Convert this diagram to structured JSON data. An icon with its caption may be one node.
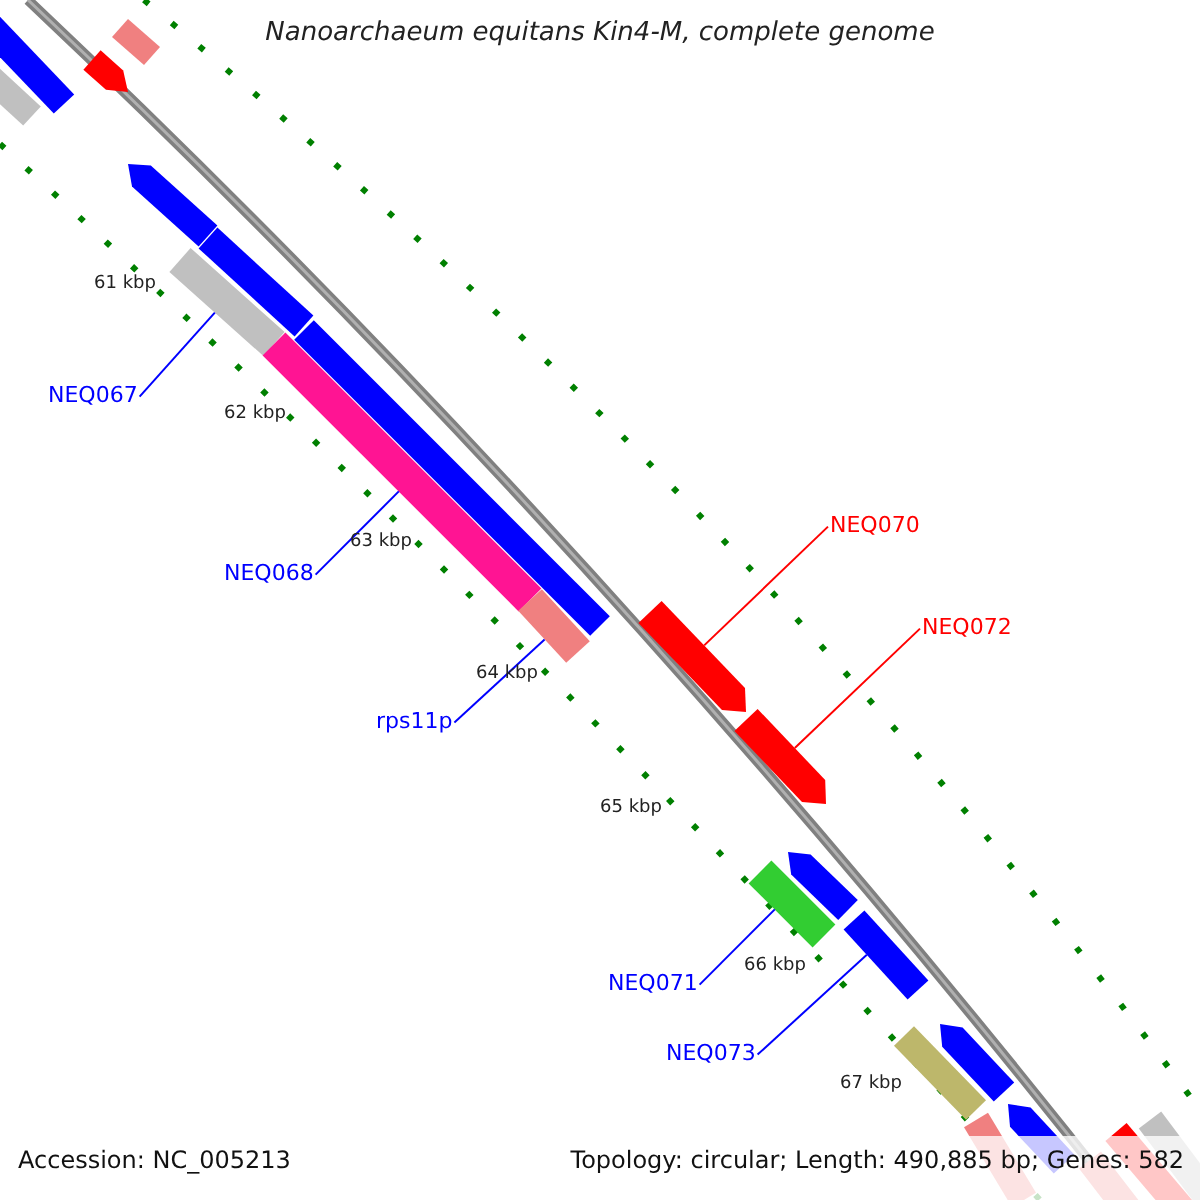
{
  "diagram": {
    "title": "Nanoarchaeum equitans Kin4-M, complete genome",
    "nodes": [
      {
        "text": [
          "NEQ067"
        ]
      },
      {
        "text": [],
        "shape": "bar"
      },
      {
        "text": [
          "NEQ068"
        ]
      },
      {
        "text": [],
        "shape": "bar"
      },
      {
        "text": [
          "rps11p"
        ]
      },
      {
        "text": [],
        "shape": "bar"
      },
      {
        "text": [
          "NEQ070"
        ]
      },
      {
        "text": [],
        "shape": "bar"
      },
      {
        "text": [
          "NEQ072"
        ]
      },
      {
        "text": [],
        "shape": "bar"
      },
      {
        "text": [
          "NEQ071"
        ]
      },
      {
        "text": [],
        "shape": "bar"
      },
      {
        "text": [
          "NEQ073"
        ]
      },
      {
        "text": [],
        "shape": "bar"
      },
      {
        "text": [],
        "shape": "bar"
      },
      {
        "text": [],
        "shape": "bar"
      },
      {
        "text": [],
        "shape": "bar"
      },
      {
        "text": [],
        "shape": "bar"
      },
      {
        "text": [],
        "shape": "bar"
      },
      {
        "text": [],
        "shape": "bar"
      },
      {
        "text": [],
        "shape": "bar"
      },
      {
        "text": [],
        "shape": "bar"
      },
      {
        "text": [],
        "shape": "bar"
      },
      {
        "text": [],
        "shape": "bar"
      },
      {
        "text": [],
        "shape": "bar"
      },
      {
        "text": [],
        "shape": "bar"
      },
      {
        "text": [],
        "shape": "bar"
      },
      {
        "text": [],
        "shape": "bar"
      },
      {
        "text": [],
        "shape": "bar"
      }
    ],
    "edges": [
      {
        "from": 0,
        "to": 1,
        "arrow": "none"
      },
      {
        "from": 2,
        "to": 3,
        "arrow": "none"
      },
      {
        "from": 4,
        "to": 5,
        "arrow": "none"
      },
      {
        "from": 6,
        "to": 7,
        "arrow": "none",
        "color": "#ff0000"
      },
      {
        "from": 8,
        "to": 9,
        "arrow": "none",
        "color": "#ff0000"
      },
      {
        "from": 10,
        "to": 11,
        "arrow": "none"
      },
      {
        "from": 12,
        "to": 13,
        "arrow": "none"
      }
    ],
    "labels": [
      "61 kbp",
      "62 kbp",
      "63 kbp",
      "64 kbp",
      "65 kbp",
      "66 kbp",
      "67 kbp",
      "Accession: NC_005213",
      "Topology: circular; Length: 490,885 bp; Genes: 582"
    ]
  }
}
